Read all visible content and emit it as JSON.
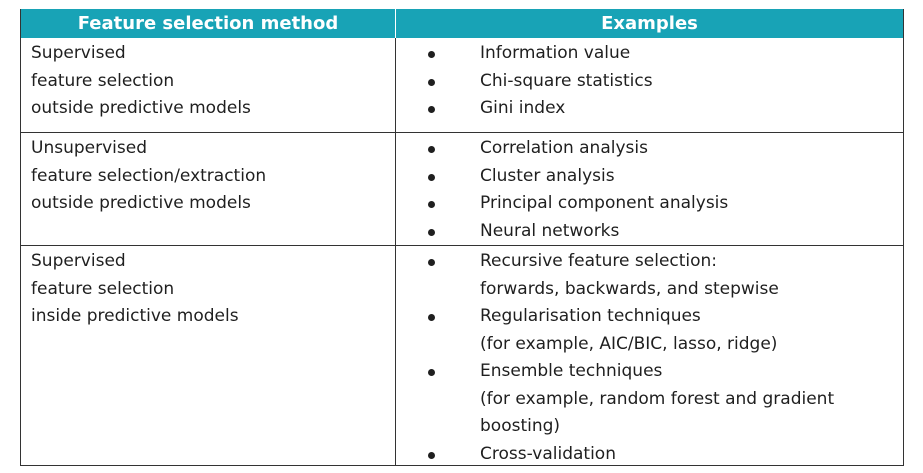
{
  "table": {
    "headers": [
      "Feature selection method",
      "Examples"
    ],
    "rows": [
      {
        "method_lines": [
          "Supervised",
          "feature selection",
          "outside predictive models"
        ],
        "examples": [
          {
            "lines": [
              "Information value"
            ]
          },
          {
            "lines": [
              "Chi-square statistics"
            ]
          },
          {
            "lines": [
              "Gini index"
            ]
          }
        ]
      },
      {
        "method_lines": [
          "Unsupervised",
          "feature selection/extraction",
          "outside predictive models"
        ],
        "examples": [
          {
            "lines": [
              "Correlation analysis"
            ]
          },
          {
            "lines": [
              "Cluster analysis"
            ]
          },
          {
            "lines": [
              "Principal component analysis"
            ]
          },
          {
            "lines": [
              "Neural networks"
            ]
          }
        ]
      },
      {
        "method_lines": [
          "Supervised",
          "feature selection",
          "inside predictive models"
        ],
        "examples": [
          {
            "lines": [
              "Recursive feature selection:",
              "forwards, backwards, and stepwise"
            ]
          },
          {
            "lines": [
              "Regularisation techniques",
              "(for example, AIC/BIC, lasso, ridge)"
            ]
          },
          {
            "lines": [
              "Ensemble techniques",
              "(for example, random forest and gradient",
              "boosting)"
            ]
          },
          {
            "lines": [
              "Cross-validation"
            ]
          }
        ]
      }
    ]
  }
}
